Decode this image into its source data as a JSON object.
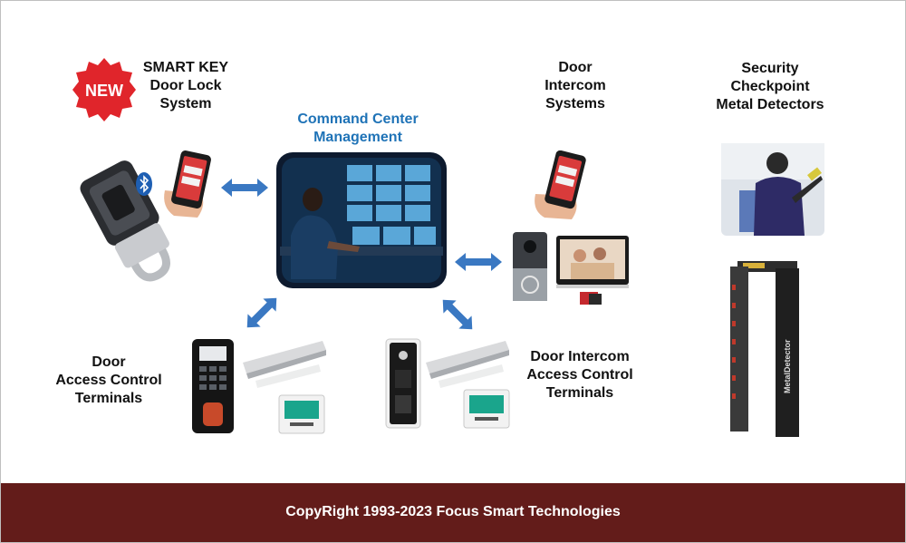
{
  "badge": {
    "label": "NEW",
    "color": "#e0252b"
  },
  "labels": {
    "smart_key": "SMART KEY\nDoor Lock\nSystem",
    "command_center": "Command Center\nManagement",
    "door_intercom": "Door\nIntercom\nSystems",
    "checkpoint": "Security\nCheckpoint\nMetal Detectors",
    "door_access": "Door\nAccess Control\nTerminals",
    "intercom_access": "Door Intercom\nAccess Control\nTerminals"
  },
  "arrow_color": "#3a78c2",
  "device_text": {
    "detector_brand": "MetalDetector"
  },
  "footer": {
    "text": "CopyRight 1993-2023   Focus Smart Technologies",
    "background": "#631c1a"
  }
}
